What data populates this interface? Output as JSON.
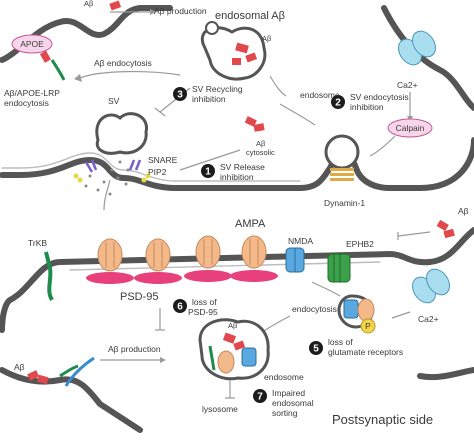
{
  "labels": {
    "ab_production_top": "Aβ production",
    "endosomal_ab": "endosomal Aβ",
    "apoe": "APOE",
    "ab_endocytosis": "Aβ endocytosis",
    "ab_apoe_lrp_1": "Aβ/APOE-LRP",
    "ab_apoe_lrp_2": "endocytosis",
    "ab_in_endosome_top": "Aβ",
    "endosome_top": "endosome",
    "ca2_top": "Ca2+",
    "sv": "SV",
    "ab_cytosolic_1": "Aβ",
    "ab_cytosolic_2": "cytosolic",
    "snare": "SNARE",
    "pip2": "PIP2",
    "calpain": "Calpain",
    "dynamin": "Dynamin-1",
    "ab_right": "Aβ",
    "trkb": "TrKB",
    "ampa": "AMPA",
    "nmda": "NMDA",
    "ephb2": "EPHB2",
    "psd95": "PSD-95",
    "endocytosis_post": "endocytosis",
    "ca2_bottom": "Ca2+",
    "p": "P",
    "ab_left": "Aβ",
    "ab_production_bottom": "Aβ production",
    "ab_in_endosome_bottom": "Aβ",
    "endosome_bottom": "endosome",
    "lysosome": "lysosome",
    "postsynaptic_side": "Postsynaptic side",
    "ab_top_cut": "Aβ"
  },
  "steps": [
    {
      "number": "1",
      "line1": "SV Release",
      "line2": "inhibition"
    },
    {
      "number": "2",
      "line1": "SV endocytosis",
      "line2": "inhibition"
    },
    {
      "number": "3",
      "line1": "SV Recycling",
      "line2": "inhibition"
    },
    {
      "number": "5",
      "line1": "loss of",
      "line2": "glutamate receptors"
    },
    {
      "number": "6",
      "line1": "loss of",
      "line2": "PSD-95"
    },
    {
      "number": "7",
      "line1": "Impaired",
      "line2": "endosomal",
      "line3": "sorting"
    }
  ],
  "colors": {
    "membrane": "#555555",
    "amyloid": "#e0484c",
    "apoe_fill": "#f7d6ea",
    "apoe_stroke": "#c45a9a",
    "calpain_fill": "#f7d6ea",
    "calcium_channel": "#a9def0",
    "ampa_receptor": "#f3b98a",
    "psd95": "#e8407a",
    "nmda_receptor": "#5aa8e0",
    "ephb2_receptor": "#3aa04a",
    "trkb": "#1e8c4a",
    "lrp": "#1e8c4a",
    "snare": "#7b5fc9",
    "pip2": "#e8d84a",
    "p_site": "#f3d54a",
    "dynamin": "#e0a94a",
    "step_badge": "#1c1c1c"
  }
}
